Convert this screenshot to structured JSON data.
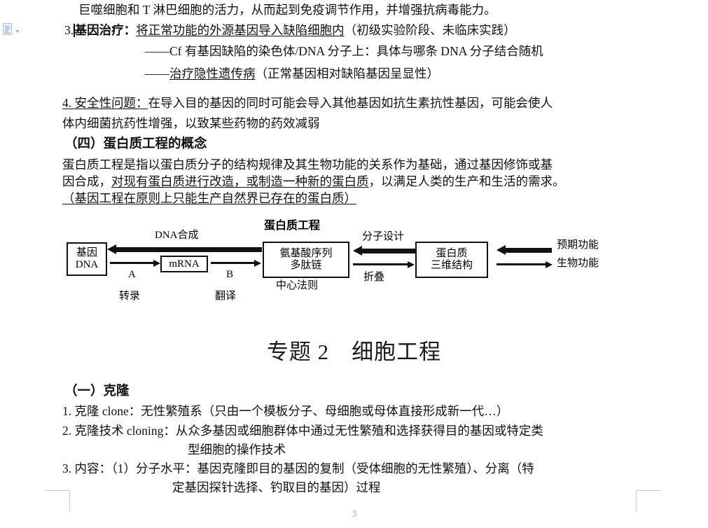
{
  "document": {
    "page_number": "3",
    "gutter_icon": "paste-options-icon"
  },
  "body_lines": [
    {
      "id": "l1",
      "text": "巨噬细胞和 T 淋巴细胞的活力，从而起到免疫调节作用，并增强抗病毒能力。"
    },
    {
      "id": "l2a",
      "text": "3."
    },
    {
      "id": "l2b",
      "text": "基因治疗："
    },
    {
      "id": "l2c",
      "text": "将正常功能的外源基因导入缺陷细胞内"
    },
    {
      "id": "l2d",
      "text": "（初级实验阶段、未临床实践）"
    },
    {
      "id": "l3",
      "text": "——Cf 有基因缺陷的染色体/DNA 分子上：具体与哪条 DNA 分子结合随机"
    },
    {
      "id": "l4a",
      "text": "——"
    },
    {
      "id": "l4b",
      "text": "治疗隐性遗传病"
    },
    {
      "id": "l4c",
      "text": "（正常基因相对缺陷基因呈显性）"
    },
    {
      "id": "l5a",
      "text": "4. 安全性问题："
    },
    {
      "id": "l5b",
      "text": "在导入目的基因的同时可能会导入其他基因如抗生素抗性基因，可能会使人"
    },
    {
      "id": "l6",
      "text": "体内细菌抗药性增强，以致某些药物的药效减弱"
    },
    {
      "id": "l7",
      "text": "（四）蛋白质工程的概念"
    },
    {
      "id": "l8",
      "text": "蛋白质工程是指以蛋白质分子的结构规律及其生物功能的关系作为基础，通过基因修饰或基"
    },
    {
      "id": "l9a",
      "text": "因合成，"
    },
    {
      "id": "l9b",
      "text": "对现有蛋白质进行改造，或制造一种新的蛋白质"
    },
    {
      "id": "l9c",
      "text": "，以满足人类的生产和生活的需求。"
    },
    {
      "id": "l10",
      "text": "（基因工程在原则上只能生产自然界已存在的蛋白质）"
    },
    {
      "id": "l11",
      "text": "专题 2　细胞工程"
    },
    {
      "id": "l12",
      "text": "（一）克隆"
    },
    {
      "id": "l13",
      "text": "1. 克隆 clone：无性繁殖系（只由一个模板分子、母细胞或母体直接形成新一代…）"
    },
    {
      "id": "l14",
      "text": "2. 克隆技术 cloning：从众多基因或细胞群体中通过无性繁殖和选择获得目的基因或特定类"
    },
    {
      "id": "l15",
      "text": "型细胞的操作技术"
    },
    {
      "id": "l16",
      "text": "3. 内容：（1）分子水平：基因克隆即目的基因的复制（受体细胞的无性繁殖）、分离（特"
    },
    {
      "id": "l17",
      "text": "定基因探针选择、钓取目的基因）过程"
    }
  ],
  "diagram": {
    "title": "蛋白质工程",
    "boxes": [
      {
        "id": "gene",
        "lines": [
          "基因",
          "DNA"
        ]
      },
      {
        "id": "mrna",
        "lines": [
          "mRNA"
        ]
      },
      {
        "id": "peptide",
        "lines": [
          "氨基酸序列",
          "多肽链"
        ]
      },
      {
        "id": "protein",
        "lines": [
          "蛋白质",
          "三维结构"
        ]
      }
    ],
    "labels": {
      "dna_synthesis": "DNA合成",
      "step_a": "A",
      "step_b": "B",
      "transcription": "转录",
      "translation": "翻译",
      "central_dogma": "中心法则",
      "molecular_design": "分子设计",
      "folding": "折叠",
      "expected_function": "预期功能",
      "biological_function": "生物功能"
    }
  }
}
